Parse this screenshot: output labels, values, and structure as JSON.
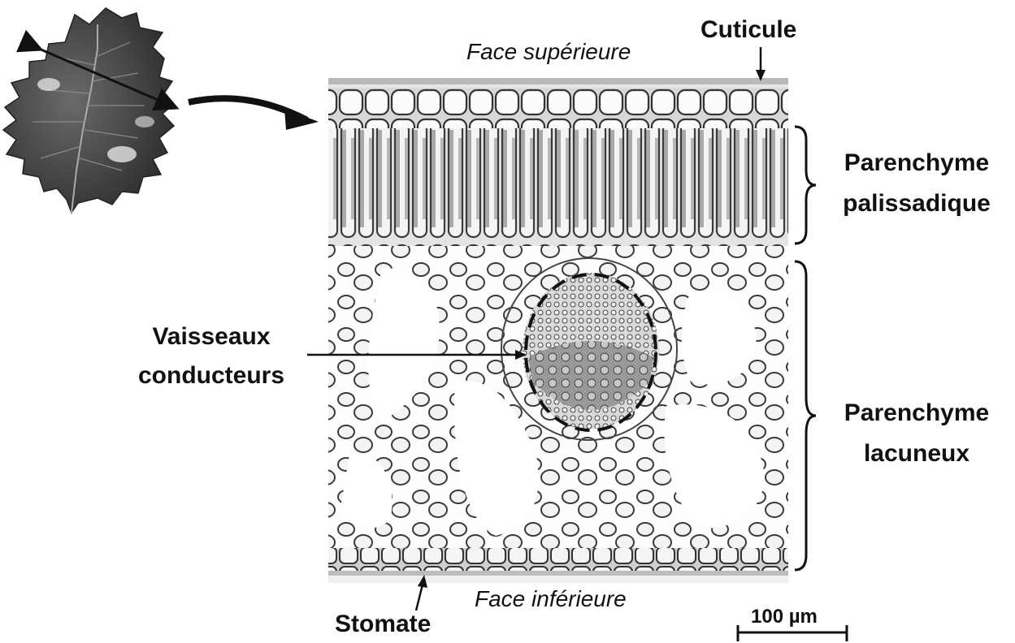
{
  "diagram": {
    "labels": {
      "cuticle": "Cuticule",
      "upper_face": "Face supérieure",
      "lower_face": "Face inférieure",
      "palisade_line1": "Parenchyme",
      "palisade_line2": "palissadique",
      "spongy_line1": "Parenchyme",
      "spongy_line2": "lacuneux",
      "vessels_line1": "Vaisseaux",
      "vessels_line2": "conducteurs",
      "stomata": "Stomate",
      "scale_bar": "100 µm"
    },
    "icons": {
      "leaf": "holly-leaf-icon",
      "section_image": "leaf-cross-section-micrograph"
    }
  }
}
